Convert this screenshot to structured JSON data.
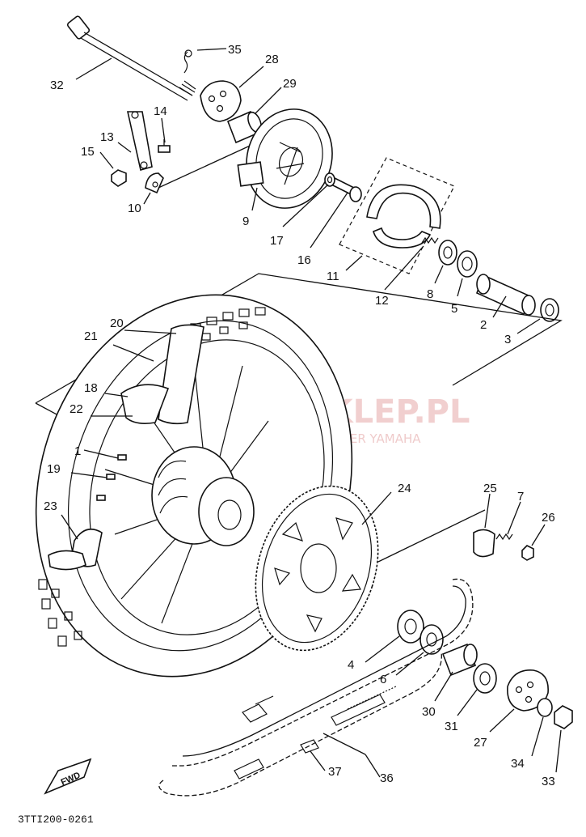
{
  "diagram": {
    "drawing_code": "3TTI200-0261",
    "watermark": {
      "main": "YAMASKLEP.PL",
      "sub": "WOJCIECH MUCZ | DEALER YAMAHA"
    },
    "fwd_label": "FWD",
    "callouts": [
      {
        "id": "p1",
        "label": "1"
      },
      {
        "id": "p2",
        "label": "2"
      },
      {
        "id": "p3",
        "label": "3"
      },
      {
        "id": "p4",
        "label": "4"
      },
      {
        "id": "p5",
        "label": "5"
      },
      {
        "id": "p6",
        "label": "6"
      },
      {
        "id": "p7",
        "label": "7"
      },
      {
        "id": "p8",
        "label": "8"
      },
      {
        "id": "p9",
        "label": "9"
      },
      {
        "id": "p10",
        "label": "10"
      },
      {
        "id": "p11",
        "label": "11"
      },
      {
        "id": "p12",
        "label": "12"
      },
      {
        "id": "p13",
        "label": "13"
      },
      {
        "id": "p14",
        "label": "14"
      },
      {
        "id": "p15",
        "label": "15"
      },
      {
        "id": "p16",
        "label": "16"
      },
      {
        "id": "p17",
        "label": "17"
      },
      {
        "id": "p18",
        "label": "18"
      },
      {
        "id": "p19",
        "label": "19"
      },
      {
        "id": "p20",
        "label": "20"
      },
      {
        "id": "p21",
        "label": "21"
      },
      {
        "id": "p22",
        "label": "22"
      },
      {
        "id": "p23",
        "label": "23"
      },
      {
        "id": "p24",
        "label": "24"
      },
      {
        "id": "p25",
        "label": "25"
      },
      {
        "id": "p26",
        "label": "26"
      },
      {
        "id": "p27",
        "label": "27"
      },
      {
        "id": "p28",
        "label": "28"
      },
      {
        "id": "p29",
        "label": "29"
      },
      {
        "id": "p30",
        "label": "30"
      },
      {
        "id": "p31",
        "label": "31"
      },
      {
        "id": "p32",
        "label": "32"
      },
      {
        "id": "p33",
        "label": "33"
      },
      {
        "id": "p34",
        "label": "34"
      },
      {
        "id": "p35",
        "label": "35"
      },
      {
        "id": "p36",
        "label": "36"
      },
      {
        "id": "p37",
        "label": "37"
      }
    ]
  }
}
